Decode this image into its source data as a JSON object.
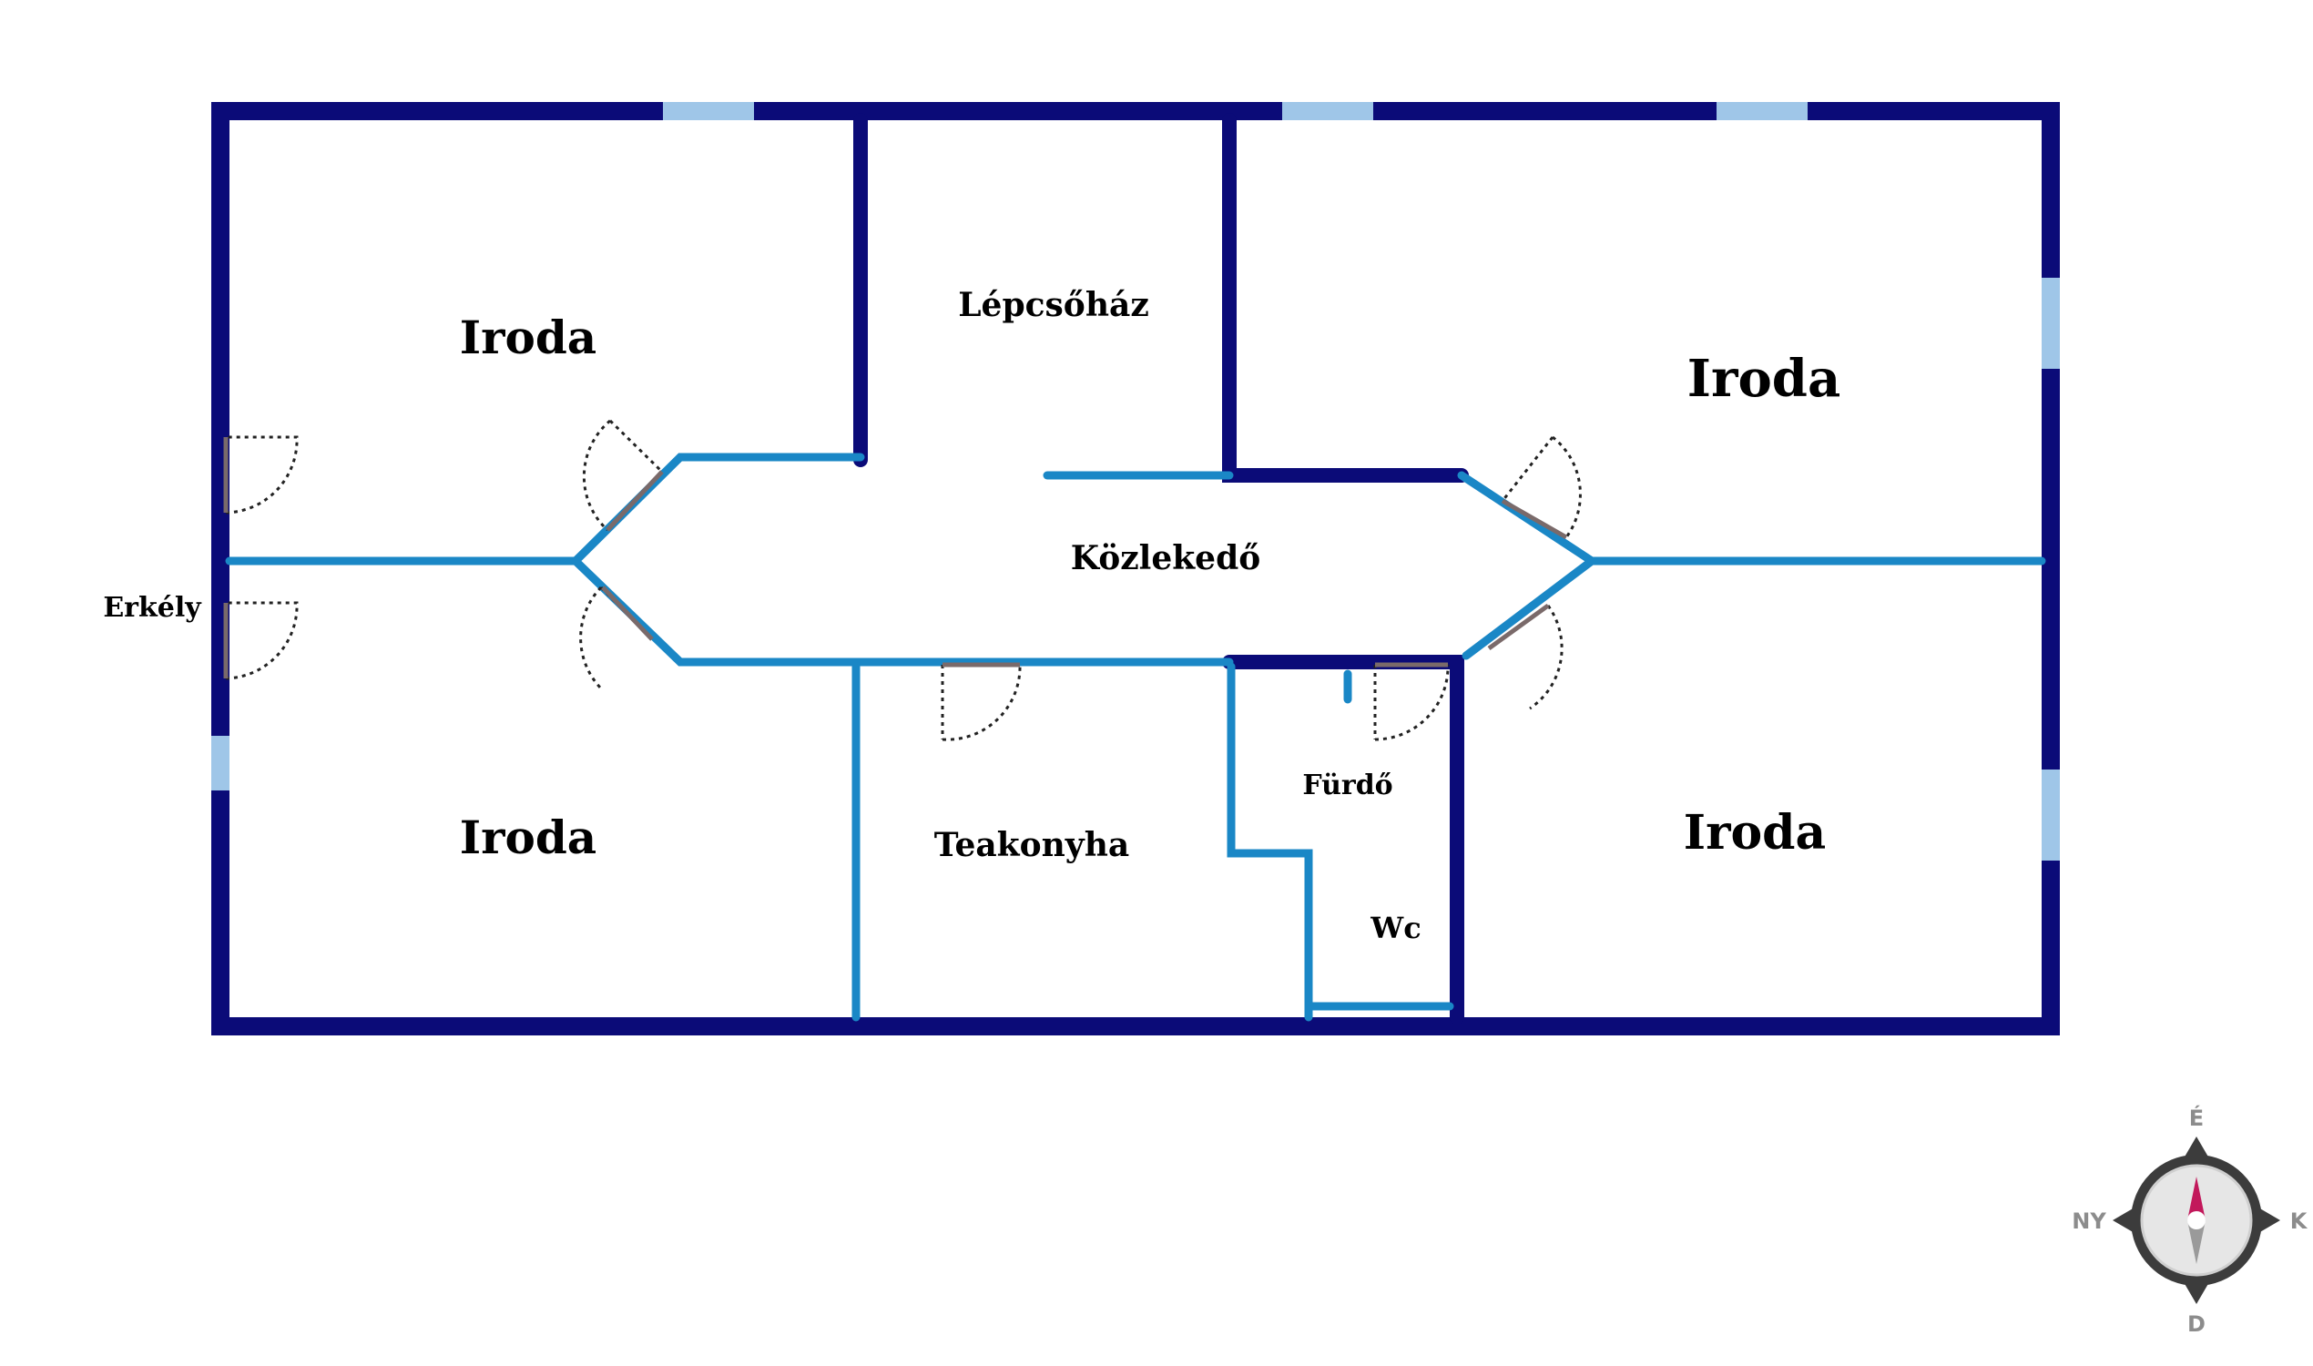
{
  "colors": {
    "outer_wall": "#0b0b78",
    "inner_wall": "#1a87c6",
    "window": "#9fc6e8",
    "door_arc": "#222222",
    "door_leaf": "#7a6a6a",
    "compass_ring": "#3c3c3c",
    "compass_face": "#e6e6e6",
    "compass_needle_north": "#c2185b",
    "compass_needle_south": "#9a9a9a"
  },
  "rooms": {
    "office_top_left": "Iroda",
    "stairwell": "Lépcsőház",
    "office_top_right": "Iroda",
    "corridor": "Közlekedő",
    "balcony": "Erkély",
    "office_bottom_left": "Iroda",
    "kitchenette": "Teakonyha",
    "bathroom": "Fürdő",
    "toilet": "Wc",
    "office_bottom_right": "Iroda"
  },
  "compass": {
    "north": "É",
    "east": "K",
    "south": "D",
    "west": "NY",
    "icon": "compass-icon"
  }
}
